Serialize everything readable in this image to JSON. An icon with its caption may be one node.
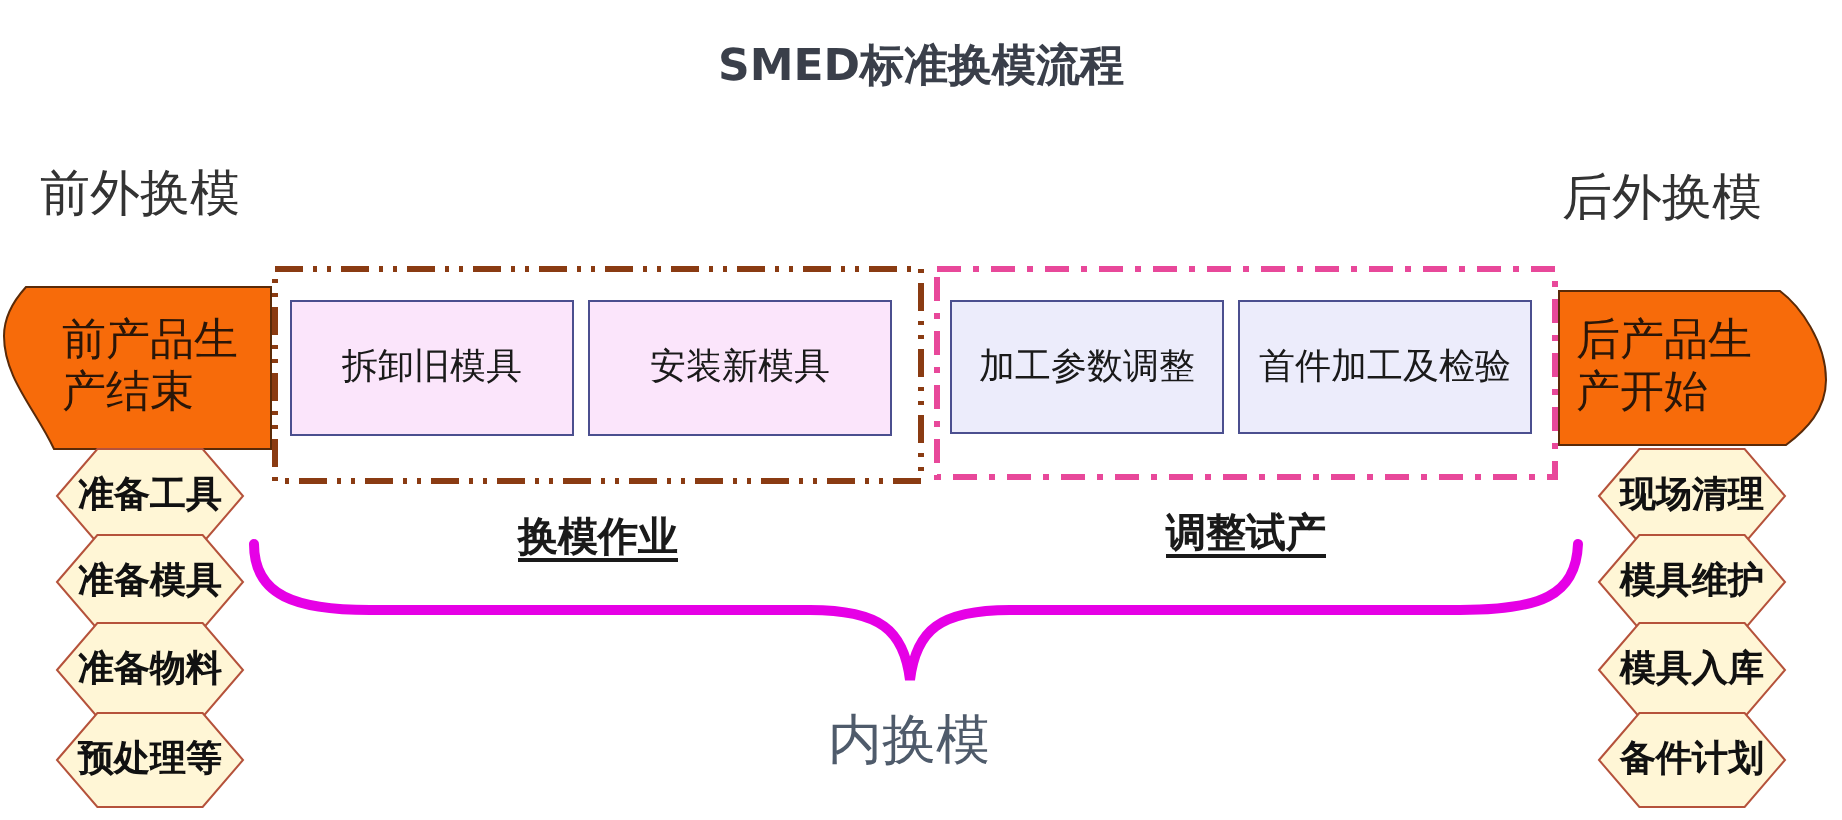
{
  "diagram": {
    "title": "SMED标准换模流程",
    "nodes": [
      {
        "text": [
          "前产品生产结束"
        ]
      },
      {
        "text": [
          "换模作业"
        ]
      },
      {
        "text": [
          "拆卸旧模具"
        ],
        "in": 1
      },
      {
        "text": [
          "安装新模具"
        ],
        "in": 1
      },
      {
        "text": [
          "调整试产"
        ]
      },
      {
        "text": [
          "加工参数调整"
        ],
        "in": 4
      },
      {
        "text": [
          "首件加工及检验"
        ],
        "in": 4
      },
      {
        "text": [
          "后产品生产开始"
        ]
      },
      {
        "text": [
          "准备工具"
        ]
      },
      {
        "text": [
          "准备模具"
        ]
      },
      {
        "text": [
          "准备物料"
        ]
      },
      {
        "text": [
          "预处理等"
        ]
      },
      {
        "text": [
          "现场清理"
        ]
      },
      {
        "text": [
          "模具维护"
        ]
      },
      {
        "text": [
          "模具入库"
        ]
      },
      {
        "text": [
          "备件计划"
        ]
      }
    ],
    "labels": [
      "前外换模",
      "后外换模",
      "内换模"
    ]
  }
}
